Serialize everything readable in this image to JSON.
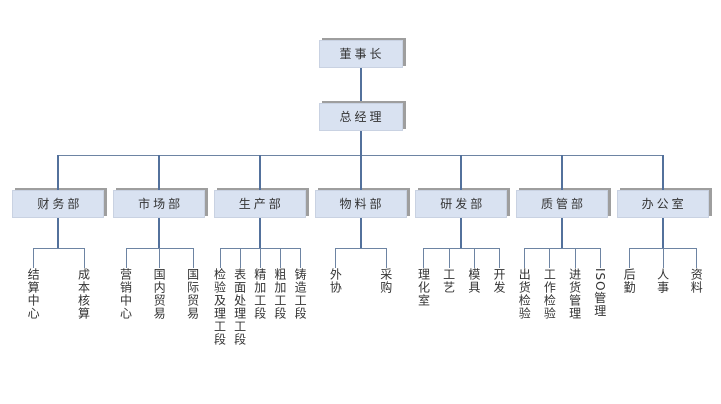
{
  "chart": {
    "root": "董事长",
    "level2": "总经理",
    "departments": [
      {
        "label": "财务部",
        "children": [
          "结算中心",
          "成本核算"
        ]
      },
      {
        "label": "市场部",
        "children": [
          "营销中心",
          "国内贸易",
          "国际贸易"
        ]
      },
      {
        "label": "生产部",
        "children": [
          "检验及理工段",
          "表面处理工段",
          "精加工段",
          "粗加工段",
          "铸造工段"
        ]
      },
      {
        "label": "物料部",
        "children": [
          "外协",
          "采购"
        ]
      },
      {
        "label": "研发部",
        "children": [
          "理化室",
          "工艺",
          "模具",
          "开发"
        ]
      },
      {
        "label": "质管部",
        "children": [
          "出货检验",
          "工作检验",
          "进货管理",
          "ISO管理"
        ]
      },
      {
        "label": "办公室",
        "children": [
          "后勤",
          "人事",
          "资料"
        ]
      }
    ],
    "colors": {
      "box_fill": "#d9e2f1",
      "box_border": "#c9d2e2",
      "shadow": "#9e9e9e",
      "trunk_line": "#53719c",
      "branch_line": "#6d84a3",
      "text": "#333333"
    }
  }
}
